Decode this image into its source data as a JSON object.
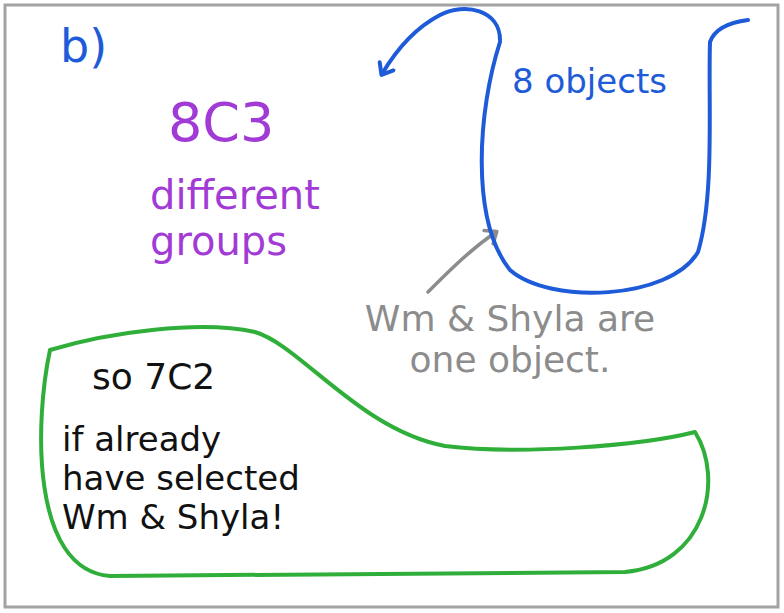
{
  "diagram": {
    "nodes": [
      {
        "text": [
          "8 objects"
        ]
      },
      {
        "text": [
          "so 7C2",
          "if already have selected Wm & Shyla!"
        ]
      }
    ],
    "labels": [
      "b)",
      "8C3",
      "different groups",
      "Wm & Shyla are one object."
    ]
  }
}
